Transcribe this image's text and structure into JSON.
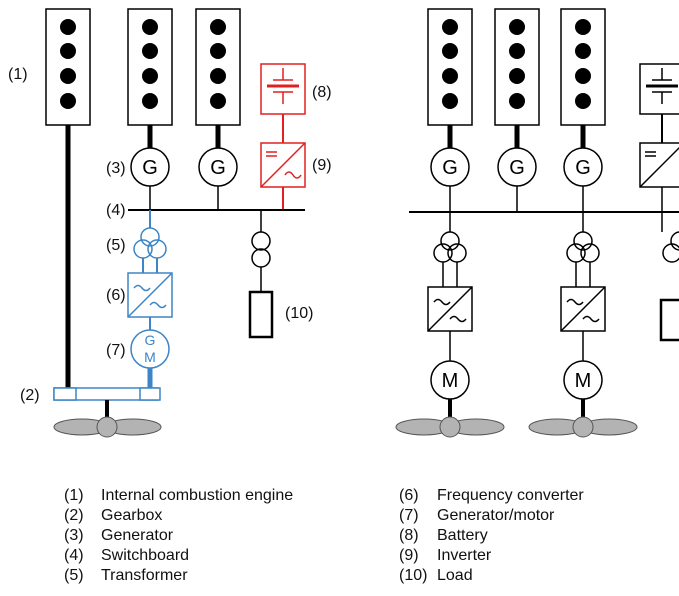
{
  "diagram": {
    "callouts": {
      "engine": "(1)",
      "gearbox": "(2)",
      "generator": "(3)",
      "switchboard": "(4)",
      "transformer": "(5)",
      "converter": "(6)",
      "genmotor": "(7)",
      "battery": "(8)",
      "inverter": "(9)",
      "load": "(10)"
    },
    "generator_symbol": "G",
    "motor_symbol": "M",
    "genmotor_symbol_top": "G",
    "genmotor_symbol_bottom": "M"
  },
  "legend": {
    "left": [
      {
        "num": "(1)",
        "text": "Internal combustion engine"
      },
      {
        "num": "(2)",
        "text": "Gearbox"
      },
      {
        "num": "(3)",
        "text": "Generator"
      },
      {
        "num": "(4)",
        "text": "Switchboard"
      },
      {
        "num": "(5)",
        "text": "Transformer"
      }
    ],
    "right": [
      {
        "num": "(6)",
        "text": "Frequency converter"
      },
      {
        "num": "(7)",
        "text": "Generator/motor"
      },
      {
        "num": "(8)",
        "text": "Battery"
      },
      {
        "num": "(9)",
        "text": "Inverter"
      },
      {
        "num": "(10)",
        "text": "Load"
      }
    ]
  },
  "colors": {
    "line": "#000000",
    "hybrid_blue": "#3d85c6",
    "battery_red": "#e02020",
    "propeller_fill": "#b3b3b3"
  }
}
